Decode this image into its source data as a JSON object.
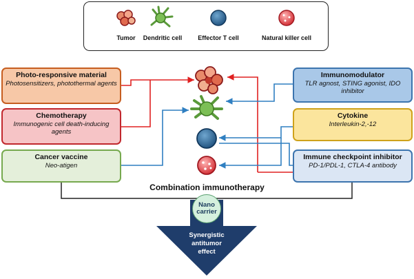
{
  "legend": {
    "tumor": "Tumor",
    "dendritic": "Dendritic cell",
    "effector_t": "Effector T cell",
    "nk": "Natural killer cell"
  },
  "left_boxes": {
    "photo": {
      "title": "Photo-responsive material",
      "subtitle": "Photosensitizers, photothermal agents"
    },
    "chemo": {
      "title": "Chemotherapy",
      "subtitle": "Immunogenic cell death-inducing agents"
    },
    "vaccine": {
      "title": "Cancer vaccine",
      "subtitle": "Neo-atigen"
    }
  },
  "right_boxes": {
    "immunomodulator": {
      "title": "Immunomodulator",
      "subtitle": "TLR agnost, STING agonist, IDO inhibitor"
    },
    "cytokine": {
      "title": "Cytokine",
      "subtitle": "Interleukin-2,-12"
    },
    "checkpoint": {
      "title": "Immune checkpoint inhibitor",
      "subtitle": "PD-1/PDL-1, CTLA-4 antibody"
    }
  },
  "bottom": {
    "combination": "Combination immunotherapy",
    "nano_line1": "Nano",
    "nano_line2": "carrier",
    "synergy_line1": "Synergistic",
    "synergy_line2": "antitumor",
    "synergy_line3": "effect"
  },
  "colors": {
    "red_arrow": "#e02020",
    "blue_arrow": "#2f7fc1",
    "big_arrow": "#1f3d6b"
  }
}
